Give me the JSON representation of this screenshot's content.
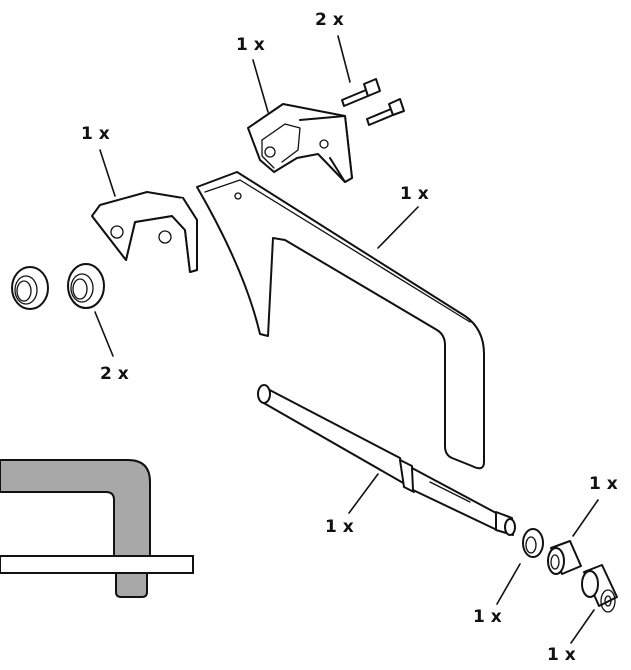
{
  "labels": {
    "bolts": "2 x",
    "hinge_bracket": "1 x",
    "angle_plate": "1 x",
    "bushings": "2 x",
    "frame_plate": "1 x",
    "shaft": "1 x",
    "ring_washer": "1 x",
    "sleeve_a": "1 x",
    "sleeve_b": "1 x"
  },
  "colors": {
    "line": "#111111",
    "fill": "#ffffff",
    "detail_gray": "#a8a8a8"
  },
  "icons": [
    "bolt",
    "hinge-bracket",
    "angle-plate",
    "bushing",
    "frame-plate",
    "shaft",
    "ring-washer",
    "sleeve"
  ]
}
